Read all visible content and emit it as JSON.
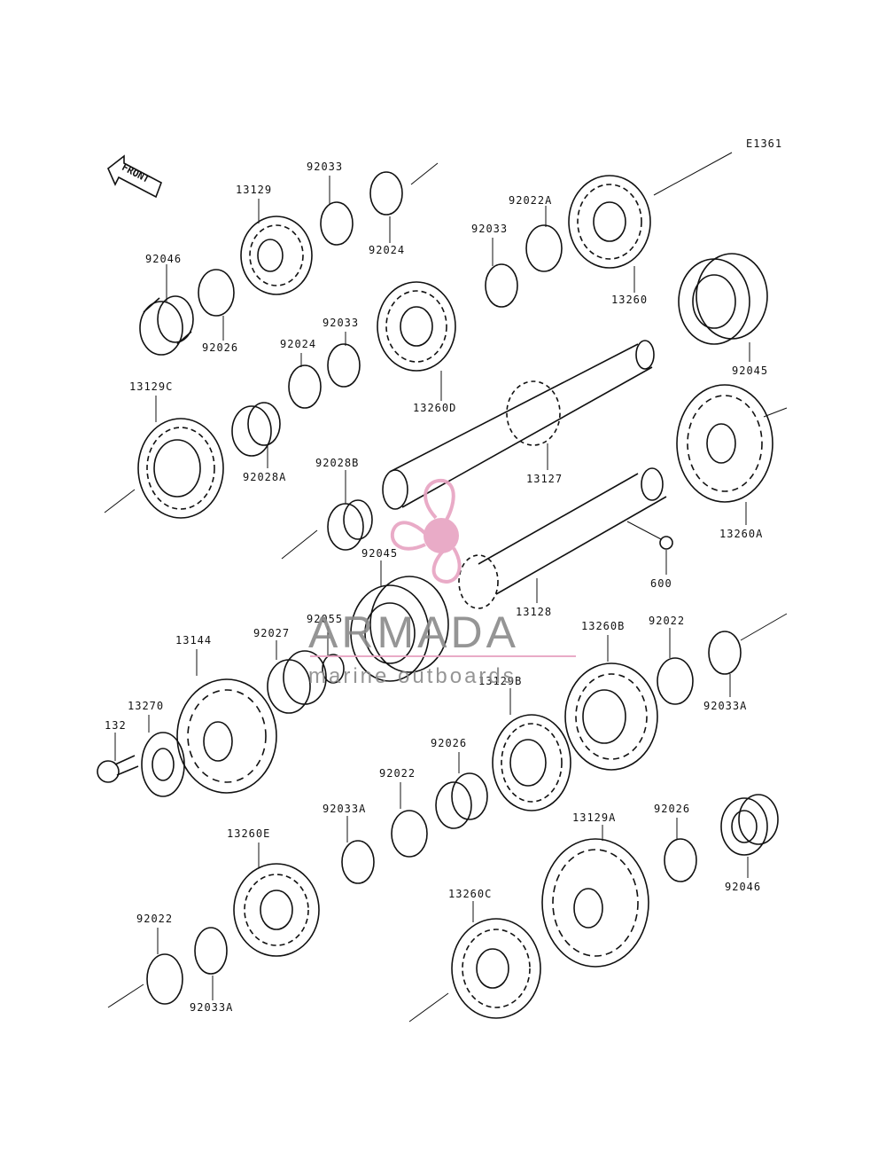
{
  "diagram_id": "E1361",
  "front_label": "FRONT",
  "watermark": {
    "title": "ARMADA",
    "subtitle": "marine outboards",
    "color": "#e7a3c1"
  },
  "labels": {
    "l13129": "13129",
    "l92033a": "92033",
    "l92024a": "92024",
    "l92022A_top": "92022A",
    "l92033b": "92033",
    "l13260": "13260",
    "l92046a": "92046",
    "l92026a": "92026",
    "l92033c": "92033",
    "l92024b": "92024",
    "l13260D": "13260D",
    "l92045a": "92045",
    "l13129C": "13129C",
    "l92028A": "92028A",
    "l92028B": "92028B",
    "l13127": "13127",
    "l13260A": "13260A",
    "l92045b": "92045",
    "l600": "600",
    "l13128": "13128",
    "l92055": "92055",
    "l13144": "13144",
    "l92027": "92027",
    "l13260B": "13260B",
    "l92022a": "92022",
    "l92033A_r": "92033A",
    "l13270": "13270",
    "l132": "132",
    "l13129B": "13129B",
    "l92026b": "92026",
    "l92022b": "92022",
    "l92033A_m": "92033A",
    "l13260E": "13260E",
    "l13129A": "13129A",
    "l92026c": "92026",
    "l92046b": "92046",
    "l13260C": "13260C",
    "l92022c": "92022",
    "l92033A_b": "92033A"
  }
}
